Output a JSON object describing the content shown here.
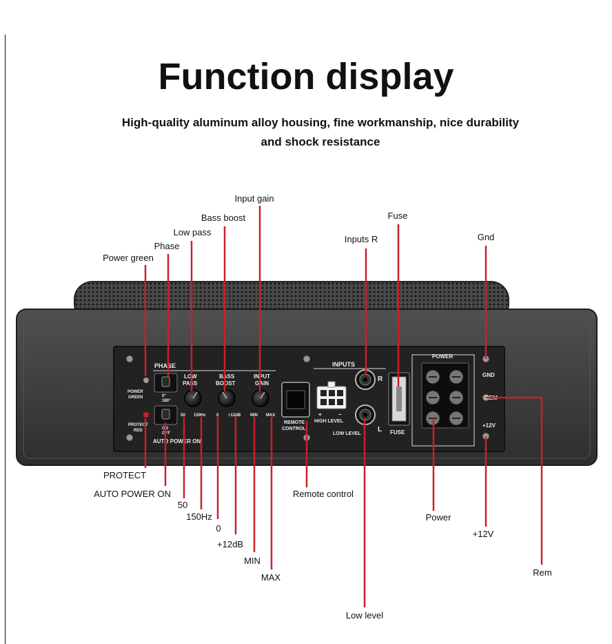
{
  "title": "Function display",
  "subtitle": "High-quality aluminum alloy housing, fine workmanship, nice durability and shock resistance",
  "callouts": {
    "input_gain": "Input gain",
    "bass_boost": "Bass boost",
    "low_pass": "Low pass",
    "phase": "Phase",
    "power_green": "Power green",
    "inputs_r": "Inputs R",
    "fuse": "Fuse",
    "gnd": "Gnd",
    "protect": "PROTECT",
    "auto_power_on": "AUTO POWER ON",
    "fifty": "50",
    "hz150": "150Hz",
    "zero": "0",
    "db12": "+12dB",
    "min": "MIN",
    "max": "MAX",
    "remote_control": "Remote control",
    "power": "Power",
    "plus12v": "+12V",
    "rem": "Rem",
    "low_level": "Low level"
  },
  "panel": {
    "phase": "PHASE",
    "power_green": [
      "POWER",
      "GREEN"
    ],
    "phase_0": "0°",
    "phase_180": "180°",
    "protect_red": [
      "PROTECT",
      "RED"
    ],
    "on": "ON",
    "off": "OFF",
    "auto_power_on": "AUTO POWER ON",
    "low_pass": [
      "LOW",
      "PASS"
    ],
    "bass_boost": [
      "BASS",
      "BOOST"
    ],
    "input_gain": [
      "INPUT",
      "GAIN"
    ],
    "scale_50": "50",
    "scale_150hz": "150Hz",
    "scale_0": "0",
    "scale_12db": "+12dB",
    "scale_min": "MIN",
    "scale_max": "MAX",
    "remote_control": [
      "REMOTE",
      "CONTROL"
    ],
    "plus": "+",
    "minus": "−",
    "high_level": "HIGH LEVEL",
    "inputs": "INPUTS",
    "r": "R",
    "l": "L",
    "low_level": "LOW LEVEL",
    "fuse": "FUSE",
    "power": "POWER",
    "gnd": "GND",
    "rem": "REM",
    "plus12v": "+12V"
  },
  "colors": {
    "callout_line": "#c8202a",
    "chassis": "#3b3b3b",
    "panel": "#222222"
  }
}
